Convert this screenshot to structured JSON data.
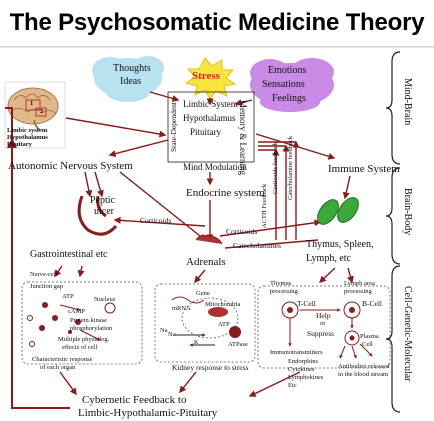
{
  "title": "The Psychosomatic Medicine Theory",
  "colors": {
    "arrow": "#8b1a1a",
    "cloud_blue": "#b9e2f0",
    "cloud_purple": "#c98be6",
    "stress_red": "#e02020",
    "green": "#3aa83a"
  },
  "clouds": {
    "thoughts": "Thoughts",
    "ideas": "Ideas",
    "stress": "Stress",
    "emotions": "Emotions",
    "sensations": "Sensations",
    "feelings": "Feelings"
  },
  "brain": {
    "label_1": "Limbic system",
    "label_2": "Hypothalamus",
    "label_3": "Pituitary",
    "num1": "1",
    "num2": "2"
  },
  "limbic": {
    "limbic_system": "Limbic System",
    "hypothalamus": "Hypothalamus",
    "pituitary": "Pituitary",
    "mind_modulation": "Mind Modulation",
    "state_dependent": "State-Dependent",
    "memory_learning": "Memory & Learning"
  },
  "nodes": {
    "autonomic": "Autonomic Nervous System",
    "endocrine": "Endocrine system",
    "immune": "Immune System",
    "peptic": "Peptic",
    "ulcer": "ulcer",
    "gastro": "Gastrointestinal etc",
    "corticoids_1": "Corticoids",
    "corticoids_2": "Corticoids",
    "adrenals": "Adrenals",
    "catecholamines": "Catecholamines",
    "thymus": "Thymus, Spleen,",
    "lymph": "Lymph, etc",
    "acth": "ACTH Feedback",
    "cortico_feedback": "Corticoids feedback",
    "catechol_feedback": "Catecholamine feedback"
  },
  "levels": {
    "mind_brain": "Mind-Brain",
    "brain_body": "Brain-Body",
    "cell_genetic": "Cell-Genetic-Molecular"
  },
  "cell1": {
    "nerve_cell": "Nerve-cell",
    "junction_gap": "Junction gap",
    "atp": "ATP",
    "nucleus": "Nucleus",
    "camp": "cAMP",
    "protein_kinase": "Protein kinase",
    "phosphorylation": "phosphorylation",
    "multiple_1": "Multiple physiolog.",
    "multiple_2": "effects of cell",
    "char_1": "Characteristic response",
    "char_2": "of each organ"
  },
  "cell2": {
    "gene": "Gene",
    "mrna": "mRNA",
    "mitochondria": "Mitochondria",
    "na1": "Na",
    "na2": "Na",
    "k": "K",
    "atp": "ATP",
    "atpase": "ATPase",
    "kidney": "Kidney response to stress"
  },
  "cell3": {
    "thymus_processing_1": "Thymus",
    "thymus_processing_2": "processing",
    "lymph_area_1": "Lymph area",
    "lymph_area_2": "processing",
    "t_cell": "T-Cell",
    "b_cell": "B-Cell",
    "help": "Help",
    "or": "or",
    "suppress": "Suppress",
    "plasma_1": "Plasma",
    "plasma_2": "Cell",
    "immunotransmitters": "Immunotransmitters",
    "endorphins": "Endorphins",
    "cytokines": "Cytokines",
    "lymphokines": "Lymphokines",
    "etc": "Etc",
    "antibodies_1": "Antibodies released",
    "antibodies_2": "in the blood stream"
  },
  "feedback": {
    "line1": "Cybernetic Feedback to",
    "line2": "Limbic-Hypothalamic-Pituitary"
  }
}
